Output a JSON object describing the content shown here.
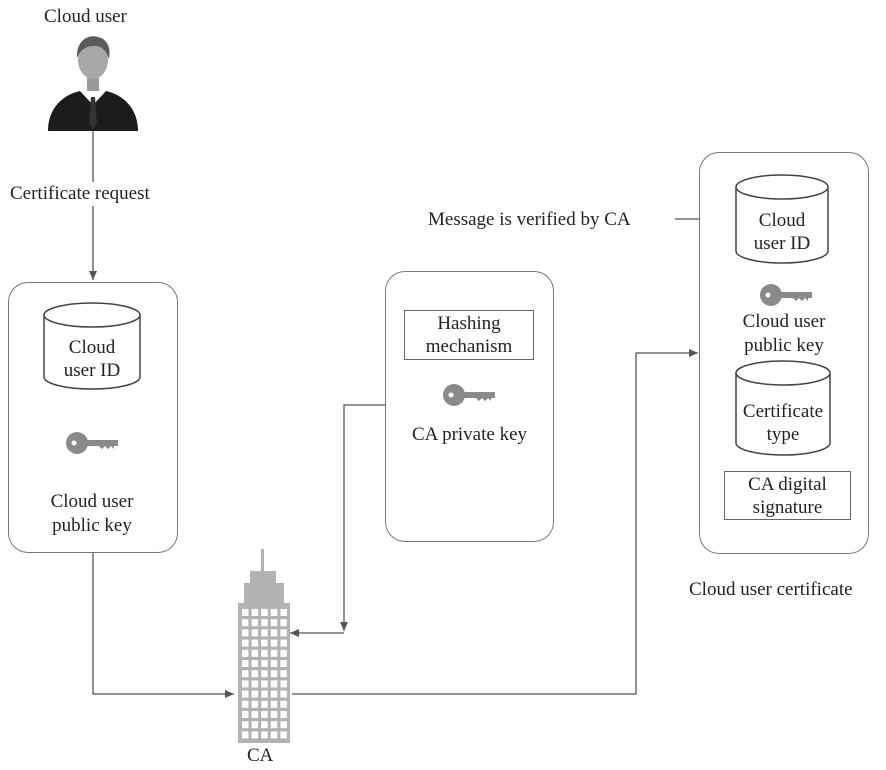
{
  "actors": {
    "cloud_user_label": "Cloud user",
    "ca_label": "CA"
  },
  "flows": {
    "certificate_request": "Certificate request",
    "message_verified": "Message is verified by CA"
  },
  "request_box": {
    "db_line1": "Cloud",
    "db_line2": "user ID",
    "key_line1": "Cloud user",
    "key_line2": "public key"
  },
  "ca_box": {
    "hash_line1": "Hashing",
    "hash_line2": "mechanism",
    "private_key": "CA private key"
  },
  "certificate_box": {
    "db_line1": "Cloud",
    "db_line2": "user ID",
    "key_line1": "Cloud user",
    "key_line2": "public key",
    "type_line1": "Certificate",
    "type_line2": "type",
    "sig_line1": "CA digital",
    "sig_line2": "signature",
    "caption": "Cloud user certificate"
  },
  "colors": {
    "key": "#8a8a8a",
    "building": "#b3b3b3",
    "window": "#ffffff",
    "suit": "#1c1c1c",
    "line": "#555555"
  }
}
